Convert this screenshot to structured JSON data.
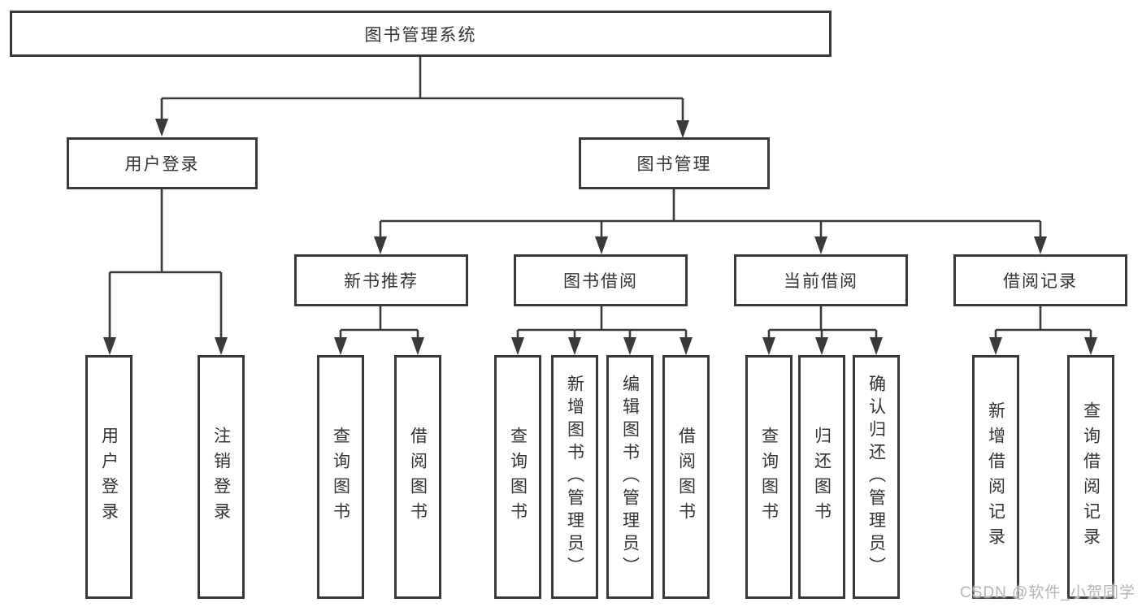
{
  "diagram": {
    "root": {
      "label": "图书管理系统"
    },
    "branches": [
      {
        "label": "用户登录",
        "children": [
          {
            "label": "用户登录"
          },
          {
            "label": "注销登录"
          }
        ]
      },
      {
        "label": "图书管理",
        "children": [
          {
            "label": "新书推荐",
            "children": [
              {
                "label": "查询图书"
              },
              {
                "label": "借阅图书"
              }
            ]
          },
          {
            "label": "图书借阅",
            "children": [
              {
                "label": "查询图书"
              },
              {
                "label": "新增图书（管理员）"
              },
              {
                "label": "编辑图书（管理员）"
              },
              {
                "label": "借阅图书"
              }
            ]
          },
          {
            "label": "当前借阅",
            "children": [
              {
                "label": "查询图书"
              },
              {
                "label": "归还图书"
              },
              {
                "label": "确认归还（管理员）"
              }
            ]
          },
          {
            "label": "借阅记录",
            "children": [
              {
                "label": "新增借阅记录"
              },
              {
                "label": "查询借阅记录"
              }
            ]
          }
        ]
      }
    ]
  },
  "watermark": {
    "text": "CSDN @软件_小贺同学"
  },
  "colors": {
    "line": "#3a3a3a",
    "border": "#383838",
    "text": "#333333",
    "watermark": "#b5b5b5"
  }
}
